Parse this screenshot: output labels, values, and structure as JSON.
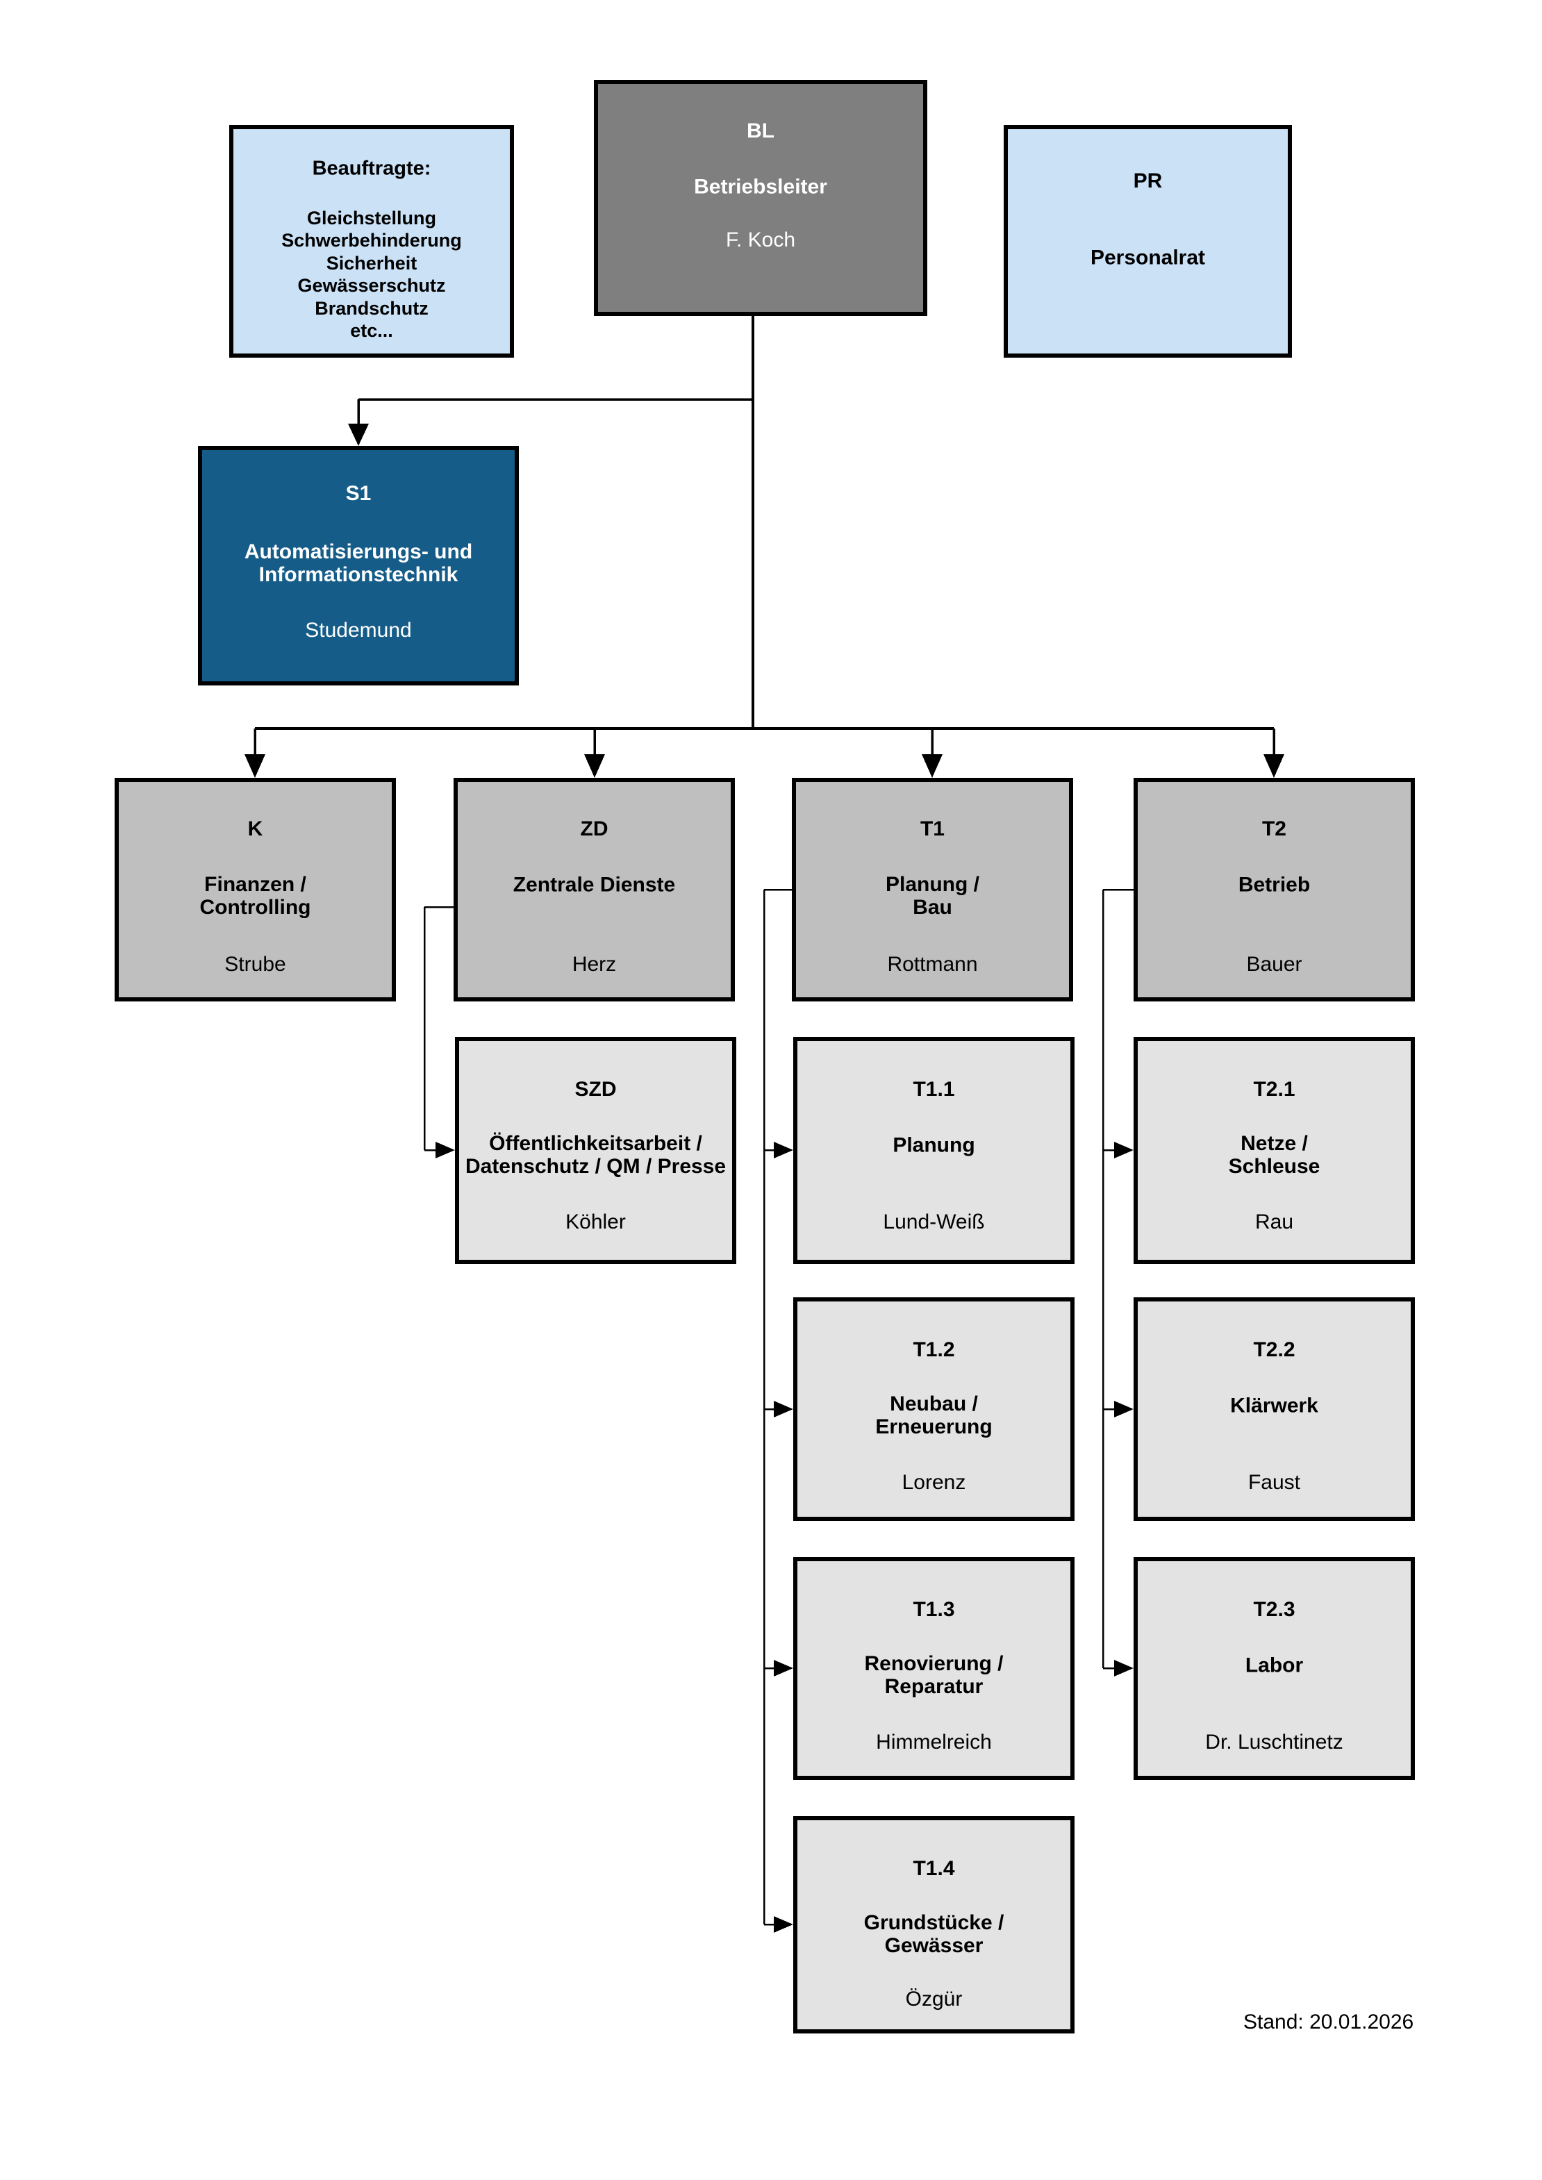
{
  "colors": {
    "box_blue": "#cbe1f6",
    "box_dark_gray": "#7f7f7f",
    "box_mid_gray": "#bfbfbf",
    "box_light_gray": "#e3e3e3",
    "box_dark_blue": "#155c88",
    "line_color": "#000000"
  },
  "boxes": {
    "beauftragte": {
      "title": "Beauftragte:",
      "items": [
        "Gleichstellung",
        "Schwerbehinderung",
        "Sicherheit",
        "Gewässerschutz",
        "Brandschutz",
        "etc..."
      ]
    },
    "bl": {
      "code": "BL",
      "title": "Betriebsleiter",
      "name": "F. Koch"
    },
    "pr": {
      "code": "PR",
      "title": "Personalrat"
    },
    "s1": {
      "code": "S1",
      "title": "Automatisierungs- und\nInformationstechnik",
      "name": "Studemund"
    },
    "k": {
      "code": "K",
      "title": "Finanzen /\nControlling",
      "name": "Strube"
    },
    "zd": {
      "code": "ZD",
      "title": "Zentrale Dienste",
      "name": "Herz"
    },
    "t1": {
      "code": "T1",
      "title": "Planung /\nBau",
      "name": "Rottmann"
    },
    "t2": {
      "code": "T2",
      "title": "Betrieb",
      "name": "Bauer"
    },
    "szd": {
      "code": "SZD",
      "title": "Öffentlichkeitsarbeit /\nDatenschutz / QM / Presse",
      "name": "Köhler"
    },
    "t11": {
      "code": "T1.1",
      "title": "Planung",
      "name": "Lund-Weiß"
    },
    "t12": {
      "code": "T1.2",
      "title": "Neubau /\nErneuerung",
      "name": "Lorenz"
    },
    "t13": {
      "code": "T1.3",
      "title": "Renovierung /\nReparatur",
      "name": "Himmelreich"
    },
    "t14": {
      "code": "T1.4",
      "title": "Grundstücke /\nGewässer",
      "name": "Özgür"
    },
    "t21": {
      "code": "T2.1",
      "title": "Netze /\nSchleuse",
      "name": "Rau"
    },
    "t22": {
      "code": "T2.2",
      "title": "Klärwerk",
      "name": "Faust"
    },
    "t23": {
      "code": "T2.3",
      "title": "Labor",
      "name": "Dr. Luschtinetz"
    }
  },
  "footer": {
    "stand": "Stand: 20.01.2026"
  }
}
